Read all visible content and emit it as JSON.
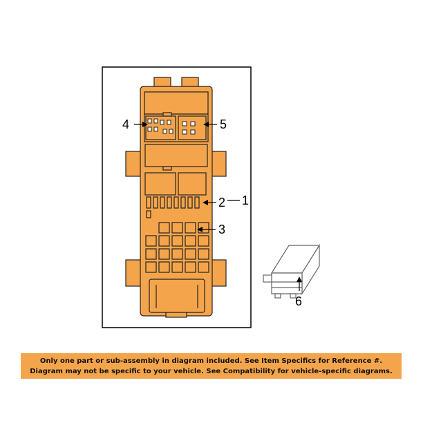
{
  "colors": {
    "part_fill": "#f4a54c",
    "outline": "#222222",
    "banner_bg": "#f4a54c",
    "frame": "#000000"
  },
  "callouts": [
    {
      "id": "1",
      "text": "1"
    },
    {
      "id": "2",
      "text": "2"
    },
    {
      "id": "3",
      "text": "3"
    },
    {
      "id": "4",
      "text": "4"
    },
    {
      "id": "5",
      "text": "5"
    },
    {
      "id": "6",
      "text": "6"
    }
  ],
  "disclaimer": {
    "line1": "Only one part or sub-assembly in diagram included. See Item Specifics for Reference #.",
    "line2": "Diagram may not be specific to your vehicle. See Compatibility for vehicle-specific diagrams."
  }
}
